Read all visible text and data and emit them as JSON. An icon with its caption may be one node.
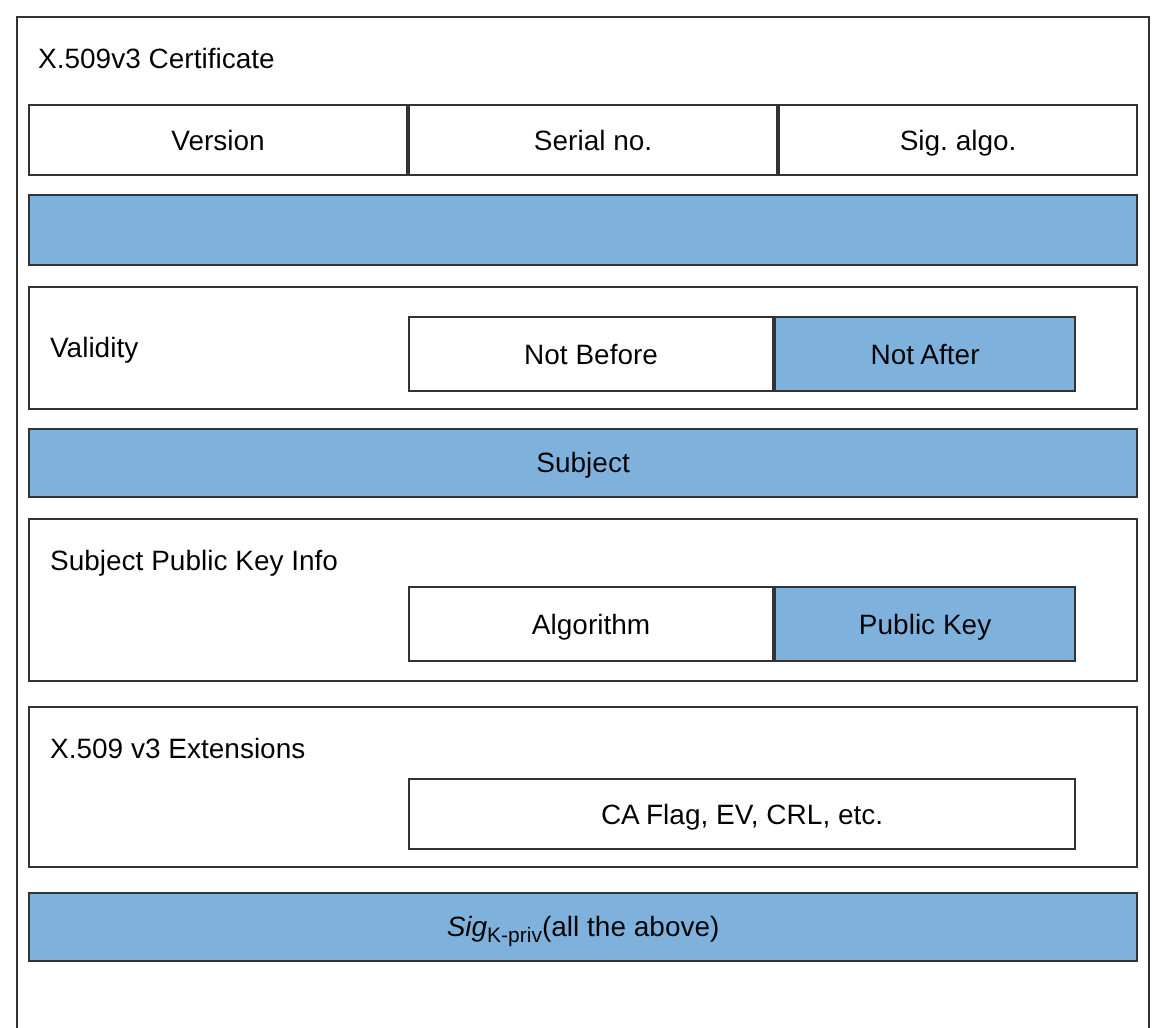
{
  "diagram": {
    "nodes": [
      {
        "text": [
          "X.509v3 Certificate"
        ]
      },
      {
        "text": [
          "Version"
        ],
        "in": 0
      },
      {
        "text": [
          "Serial no."
        ],
        "in": 0
      },
      {
        "text": [
          "Sig. algo."
        ],
        "in": 0
      },
      {
        "text": [],
        "shape": "bar",
        "in": 0
      },
      {
        "text": [
          "Validity"
        ],
        "in": 0
      },
      {
        "text": [
          "Not Before"
        ],
        "in": 5
      },
      {
        "text": [
          "Not After"
        ],
        "in": 5
      },
      {
        "text": [
          "Subject"
        ],
        "in": 0
      },
      {
        "text": [
          "Subject Public Key Info"
        ],
        "in": 0
      },
      {
        "text": [
          "Algorithm"
        ],
        "in": 9
      },
      {
        "text": [
          "Public Key"
        ],
        "in": 9
      },
      {
        "text": [
          "X.509 v3 Extensions"
        ],
        "in": 0
      },
      {
        "text": [
          "CA Flag, EV, CRL, etc."
        ],
        "in": 12
      },
      {
        "text": [
          "*Sig*$_{K-priv}$(all the above)"
        ],
        "in": 0
      }
    ]
  }
}
